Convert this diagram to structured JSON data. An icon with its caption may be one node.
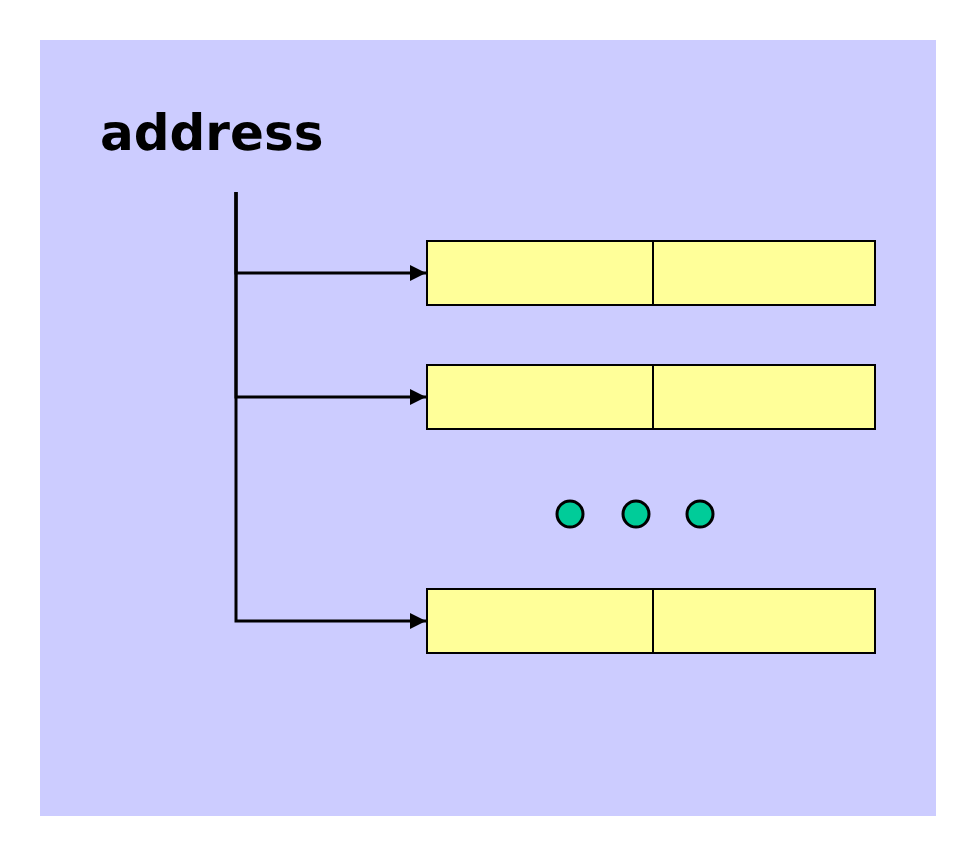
{
  "diagram": {
    "nodes": [
      {
        "text": [
          "address"
        ]
      },
      {
        "text": [],
        "shape": "box"
      },
      {
        "text": [],
        "shape": "box"
      },
      {
        "text": [],
        "shape": "box"
      }
    ],
    "edges": [
      {
        "from": 0,
        "to": 1,
        "arrow": "to"
      },
      {
        "from": 0,
        "to": 2,
        "arrow": "to"
      },
      {
        "from": 0,
        "to": 3,
        "arrow": "to"
      }
    ]
  }
}
